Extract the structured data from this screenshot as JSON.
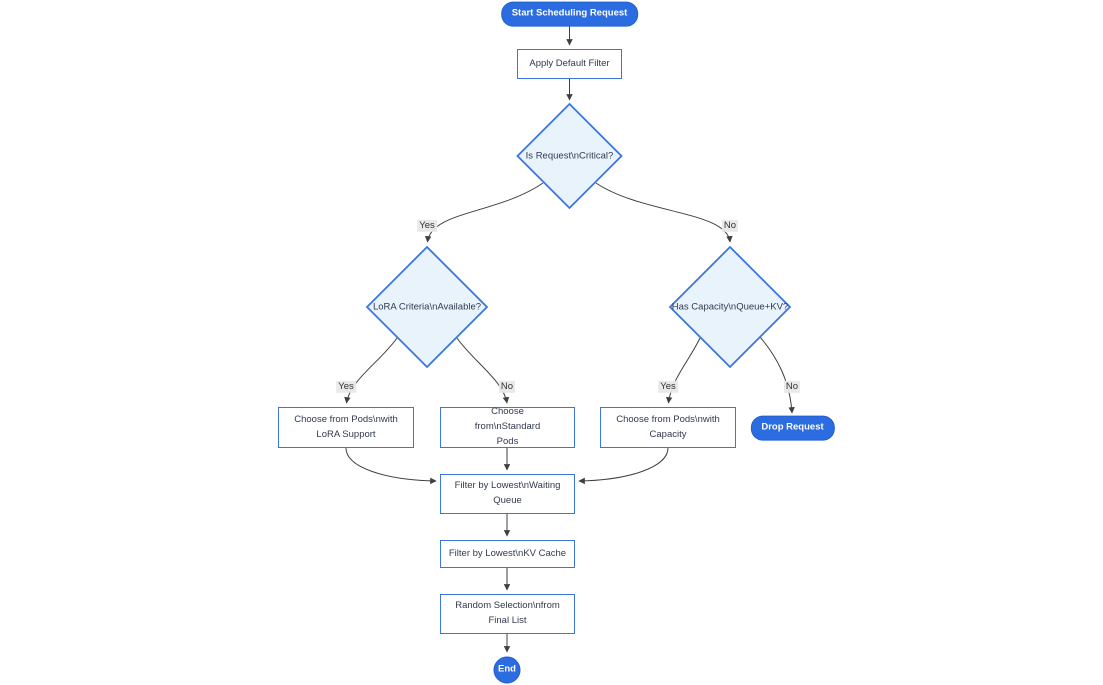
{
  "diagram": {
    "nodes": {
      "start": {
        "label": "Start Scheduling Request"
      },
      "apply_filter": {
        "label": "Apply Default Filter"
      },
      "is_critical": {
        "label": "Is Request\\nCritical?"
      },
      "lora_criteria": {
        "label": "LoRA Criteria\\nAvailable?"
      },
      "has_capacity": {
        "label": "Has Capacity\\nQueue+KV?"
      },
      "choose_lora": {
        "label": "Choose from Pods\\nwith LoRA Support"
      },
      "choose_standard": {
        "label": "Choose from\\nStandard Pods"
      },
      "choose_capacity": {
        "label": "Choose from Pods\\nwith Capacity"
      },
      "drop_request": {
        "label": "Drop Request"
      },
      "filter_waiting": {
        "label": "Filter by Lowest\\nWaiting Queue"
      },
      "filter_kv": {
        "label": "Filter by Lowest\\nKV Cache"
      },
      "random_selection": {
        "label": "Random Selection\\nfrom Final List"
      },
      "end": {
        "label": "End"
      }
    },
    "edge_labels": {
      "critical_yes": "Yes",
      "critical_no": "No",
      "lora_yes": "Yes",
      "lora_no": "No",
      "capacity_yes": "Yes",
      "capacity_no": "No"
    },
    "colors": {
      "terminal_fill": "#2b6ce0",
      "node_border": "#3b76e0",
      "decision_fill": "#e9f3fc",
      "edge": "#404040",
      "edge_label_bg": "#e8e8e8",
      "text": "#303a4d"
    }
  }
}
